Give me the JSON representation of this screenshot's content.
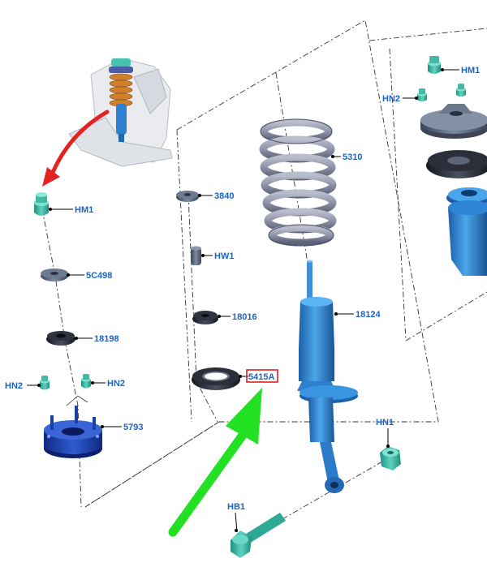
{
  "labels": {
    "hm1_left": "HM1",
    "p5c498": "5C498",
    "p18198": "18198",
    "hn2_a": "HN2",
    "hn2_b": "HN2",
    "p5793": "5793",
    "p3840": "3840",
    "hw1": "HW1",
    "p18016": "18016",
    "p5415a": "5415A",
    "p5310": "5310",
    "p18124": "18124",
    "hn1": "HN1",
    "hb1": "HB1",
    "hm1_right": "HM1",
    "hn2_right": "HN2"
  },
  "colors": {
    "label": "#1a64c8",
    "highlight_box": "#e02020",
    "arrow_red": "#e32222",
    "arrow_green": "#22e022",
    "spring": "#8e93a8",
    "damper": "#2c86d8",
    "mount": "#1a3fa8",
    "hardware": "#35b9a6"
  }
}
